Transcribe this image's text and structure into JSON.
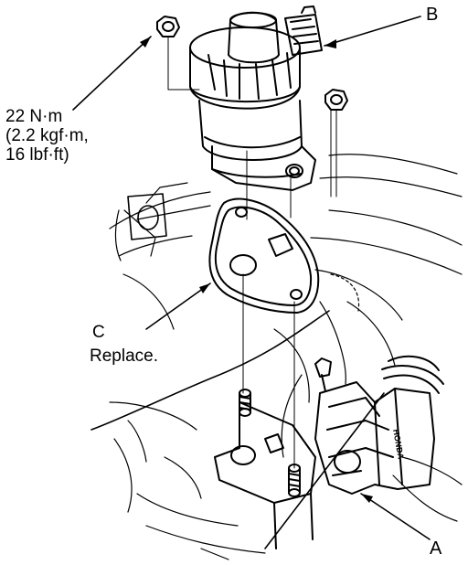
{
  "callouts": {
    "a": "A",
    "b": "B",
    "c": "C",
    "c_note": "Replace."
  },
  "torque": {
    "line1": "22 N·m",
    "line2": "(2.2 kgf·m,",
    "line3": "16 lbf·ft)"
  },
  "connector_mark": "HONDA"
}
